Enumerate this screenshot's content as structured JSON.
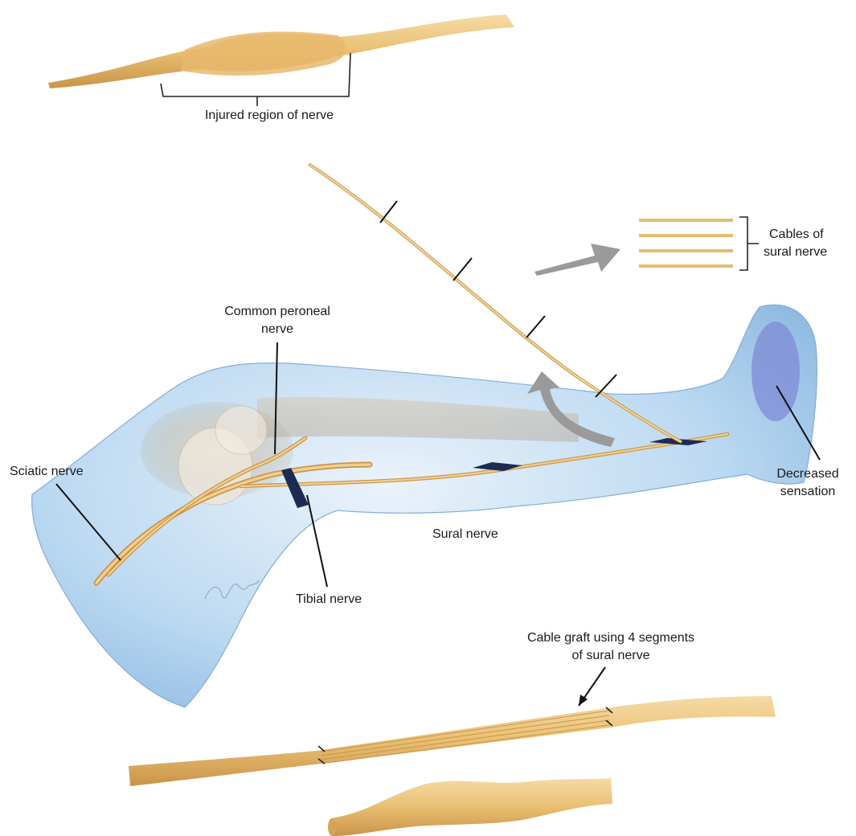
{
  "labels": {
    "injured_region": "Injured region of nerve",
    "cables_line1": "Cables of",
    "cables_line2": "sural nerve",
    "common_peroneal_line1": "Common peroneal",
    "common_peroneal_line2": "nerve",
    "sciatic": "Sciatic nerve",
    "decreased_line1": "Decreased",
    "decreased_line2": "sensation",
    "sural": "Sural nerve",
    "tibial": "Tibial nerve",
    "cable_graft_line1": "Cable graft using 4 segments",
    "cable_graft_line2": "of sural nerve"
  },
  "colors": {
    "nerve": "#e9bf72",
    "nerve_dark": "#c9944a",
    "leg": "#a9cfee",
    "leg_edge": "#6e9ccc",
    "sensation_patch": "#7f8fd6",
    "arrow": "#9a9a9a",
    "text": "#1a1a1a"
  }
}
